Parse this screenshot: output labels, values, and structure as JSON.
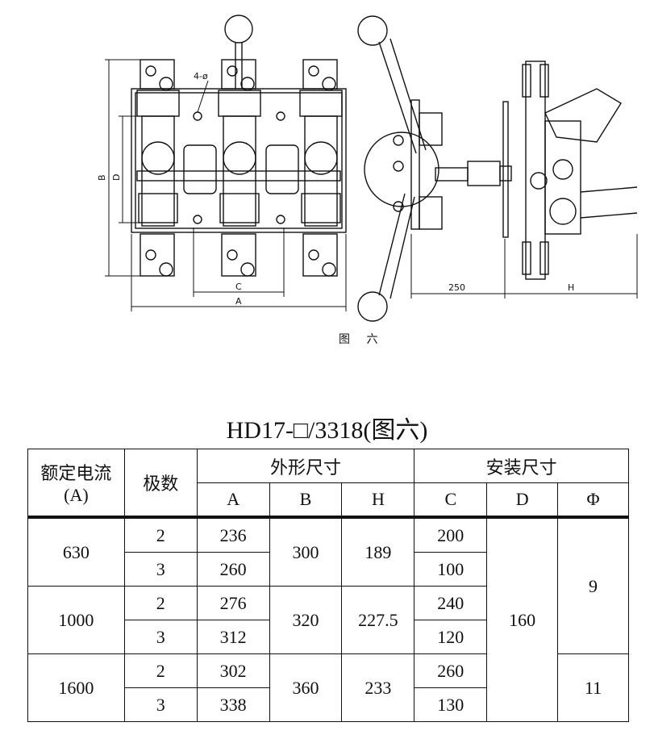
{
  "drawing": {
    "caption": "图 六",
    "labels": {
      "hole": "4-ø",
      "dim_a": "A",
      "dim_b": "B",
      "dim_c": "C",
      "dim_d": "D",
      "dim_250": "250",
      "dim_h": "H"
    }
  },
  "table": {
    "title": "HD17-□/3318(图六)",
    "headers": {
      "rated_current": "额定电流(A)",
      "poles": "极数",
      "outline": "外形尺寸",
      "mounting": "安装尺寸",
      "a": "A",
      "b": "B",
      "h": "H",
      "c": "C",
      "d": "D",
      "phi": "Φ"
    },
    "groups": [
      {
        "current": "630",
        "b": "300",
        "h": "189",
        "rows": [
          {
            "poles": "2",
            "a": "236",
            "c": "200"
          },
          {
            "poles": "3",
            "a": "260",
            "c": "100"
          }
        ]
      },
      {
        "current": "1000",
        "b": "320",
        "h": "227.5",
        "rows": [
          {
            "poles": "2",
            "a": "276",
            "c": "240"
          },
          {
            "poles": "3",
            "a": "312",
            "c": "120"
          }
        ]
      },
      {
        "current": "1600",
        "b": "360",
        "h": "233",
        "rows": [
          {
            "poles": "2",
            "a": "302",
            "c": "260"
          },
          {
            "poles": "3",
            "a": "338",
            "c": "130"
          }
        ]
      }
    ],
    "d_value": "160",
    "phi_values": [
      "9",
      "11"
    ]
  }
}
